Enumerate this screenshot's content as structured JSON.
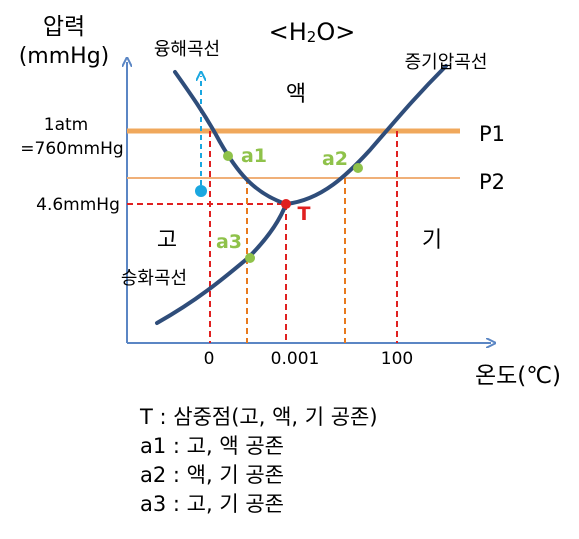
{
  "title": "<H2O>",
  "title_parts": {
    "open": "<H",
    "sub": "2",
    "close": "O>"
  },
  "y_axis_title": {
    "line1": "압력",
    "line2": "(mmHg)"
  },
  "x_axis_title": "온도(℃)",
  "curves": {
    "fusion": "융해곡선",
    "vaporization": "증기압곡선",
    "sublimation": "승화곡선"
  },
  "regions": {
    "liquid": "액",
    "solid": "고",
    "gas": "기"
  },
  "pressure_lines": {
    "p1": "P1",
    "p2": "P2"
  },
  "y_ticks": {
    "atm_line1": "1atm",
    "atm_line2": "=760mmHg",
    "triple": "4.6mmHg"
  },
  "x_ticks": {
    "zero": "0",
    "triple": "0.001",
    "boiling": "100"
  },
  "points": {
    "triple": "T",
    "a1": "a1",
    "a2": "a2",
    "a3": "a3"
  },
  "legend": [
    "T : 삼중점(고, 액, 기 공존)",
    "a1 : 고, 액 공존",
    "a2 : 액, 기 공존",
    "a3 : 고, 기 공존"
  ],
  "colors": {
    "curve": "#2f4d7a",
    "axis": "#5b86c4",
    "p1_line": "#f0a85c",
    "p2_line": "#f0b078",
    "triple_guide": "#e02020",
    "a_guide": "#e87a1e",
    "a_point": "#8fc24a",
    "cyan": "#1aa7e0",
    "red_label": "#e02020"
  }
}
